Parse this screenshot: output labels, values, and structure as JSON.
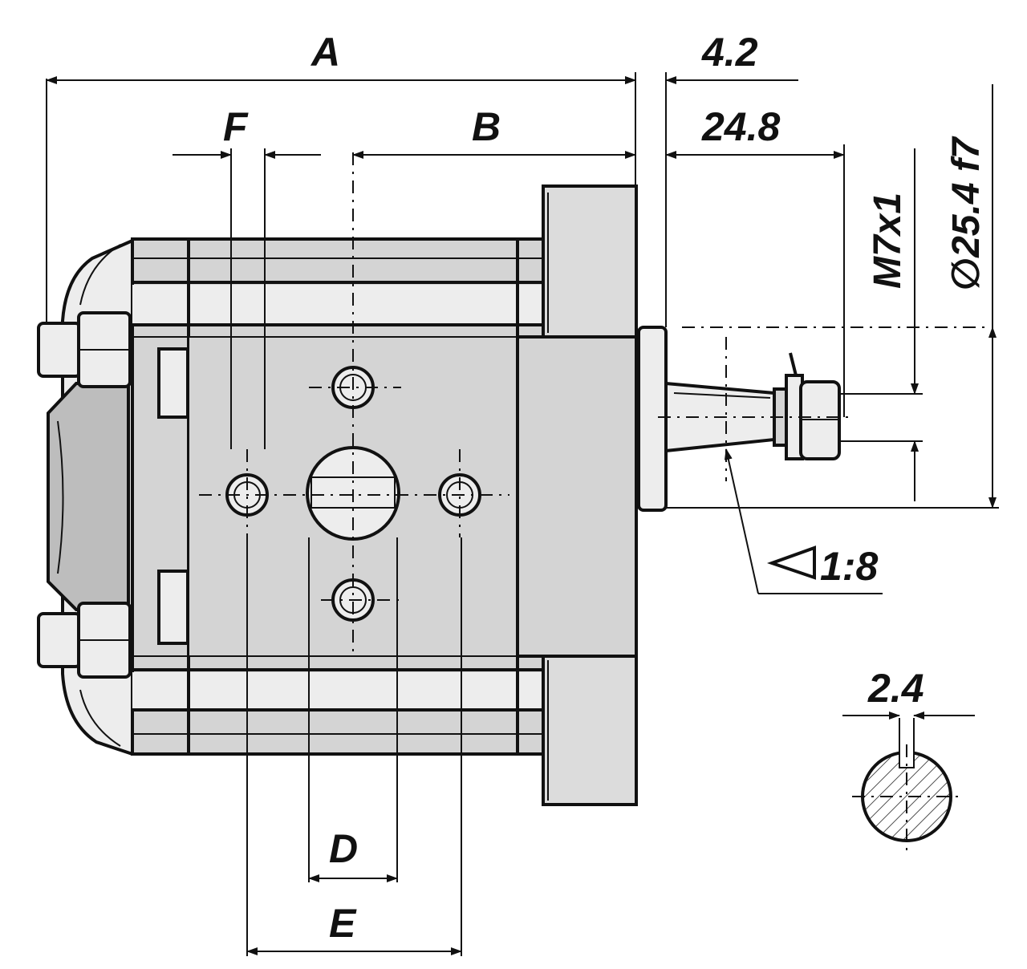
{
  "dimensions": {
    "A": "A",
    "B": "B",
    "D": "D",
    "E": "E",
    "F": "F",
    "dim_4_2": "4.2",
    "dim_24_8": "24.8",
    "thread": "M7x1",
    "shaft_diameter": "∅25.4 f7",
    "taper": "1:8",
    "key_width": "2.4"
  },
  "colors": {
    "line": "#111111",
    "body": "#d4d4d4",
    "background": "#ffffff"
  }
}
